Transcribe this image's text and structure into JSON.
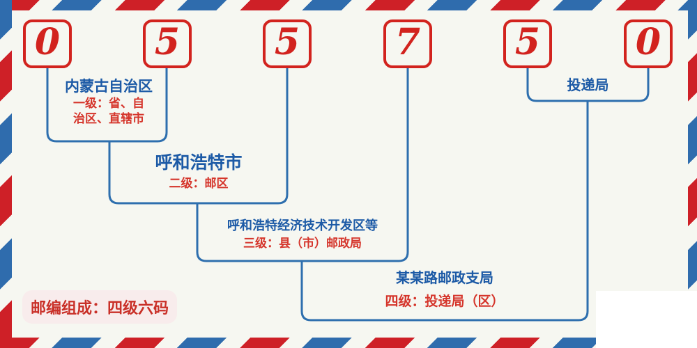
{
  "postal_code": {
    "digits": [
      "0",
      "5",
      "5",
      "7",
      "5",
      "0"
    ]
  },
  "levels": [
    {
      "title": "内蒙古自治区",
      "labels": [
        "一级：省、自",
        "治区、直辖市"
      ]
    },
    {
      "title": "呼和浩特市",
      "labels": [
        "二级：邮区"
      ]
    },
    {
      "title": "呼和浩特经济技术开发区等",
      "labels": [
        "三级：县（市）邮政局"
      ]
    },
    {
      "title": "某某路邮政支局",
      "labels": [
        "四级：投递局（区）"
      ]
    }
  ],
  "delivery_label": "投递局",
  "badge_text": "邮编组成：四级六码",
  "colors": {
    "digit_red": "#d2231e",
    "sub_label_red": "#d5352b",
    "title_blue": "#1c5aa6",
    "line_blue": "#2e6fae",
    "stripe_red": "#ce2027",
    "stripe_blue": "#2f6cad",
    "background": "#f6f7f1",
    "badge_background": "#f8ecec"
  }
}
